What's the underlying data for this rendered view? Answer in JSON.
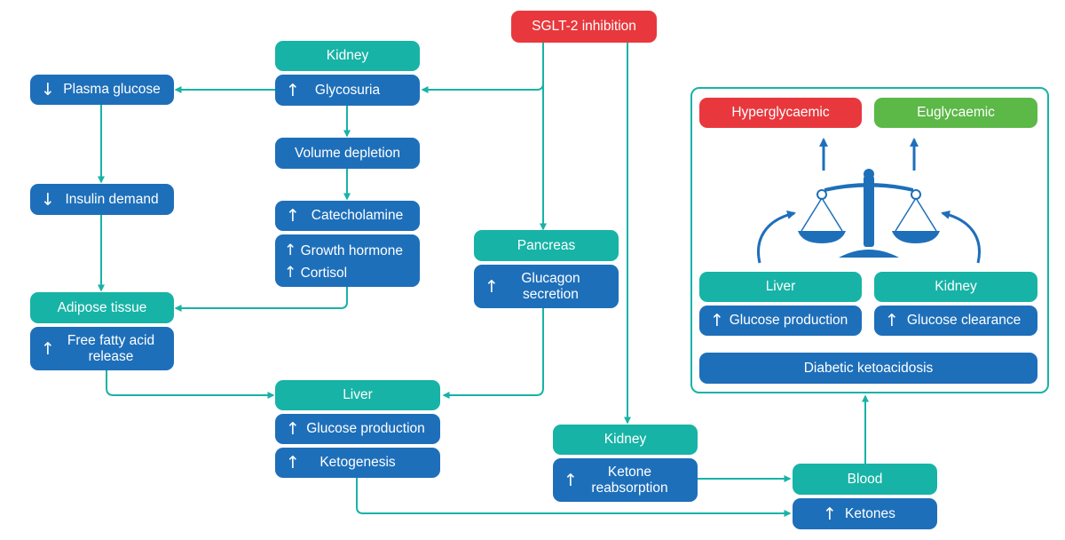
{
  "colors": {
    "teal": "#17b3a6",
    "blue": "#1e6fba",
    "red": "#e8383d",
    "green": "#5cb847",
    "arrow": "#17b3a6"
  },
  "icons": {
    "up": "up-arrow-icon",
    "down": "down-arrow-icon",
    "balance": "balance-scale-icon"
  },
  "arrow_glyphs": {
    "up": "↑",
    "down": "↓"
  },
  "nodes": {
    "sglt2": "SGLT-2 inhibition",
    "kidney_top": "Kidney",
    "glycosuria": "Glycosuria",
    "plasma_glucose": "Plasma glucose",
    "volume_depletion": "Volume depletion",
    "catecholamine": "Catecholamine",
    "growth_hormone": "Growth hormone",
    "cortisol": "Cortisol",
    "insulin_demand": "Insulin demand",
    "adipose_tissue": "Adipose tissue",
    "ffa_line1": "Free fatty acid",
    "ffa_line2": "release",
    "pancreas": "Pancreas",
    "glucagon_line1": "Glucagon",
    "glucagon_line2": "secretion",
    "liver": "Liver",
    "glucose_production": "Glucose production",
    "ketogenesis": "Ketogenesis",
    "kidney_bottom": "Kidney",
    "ketone_line1": "Ketone",
    "ketone_line2": "reabsorption",
    "blood": "Blood",
    "ketones": "Ketones"
  },
  "panel": {
    "hyperglycaemic": "Hyperglycaemic",
    "euglycaemic": "Euglycaemic",
    "liver": "Liver",
    "kidney": "Kidney",
    "glucose_production": "Glucose production",
    "glucose_clearance": "Glucose clearance",
    "dka": "Diabetic ketoacidosis"
  }
}
